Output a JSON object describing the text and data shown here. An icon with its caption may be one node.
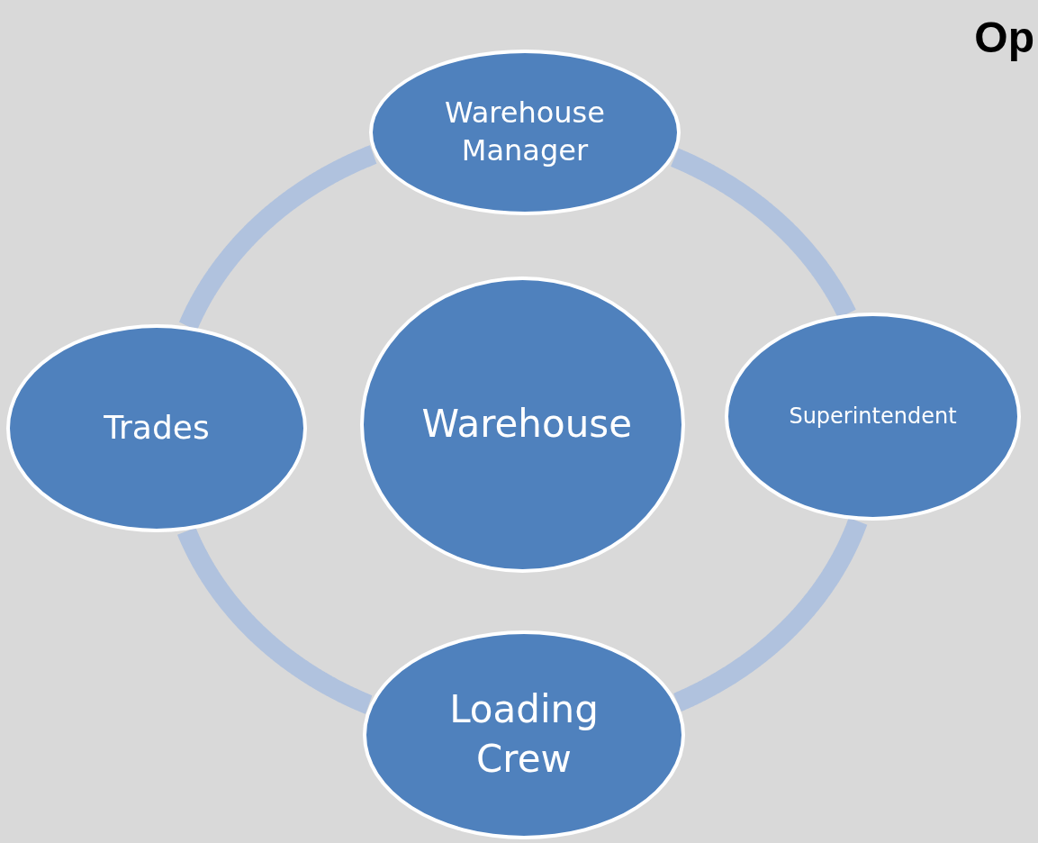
{
  "diagram": {
    "nodes": [
      {
        "text": [
          "Warehouse Manager"
        ]
      },
      {
        "text": [
          "Trades"
        ]
      },
      {
        "text": [
          "Warehouse"
        ]
      },
      {
        "text": [
          "Superintendent"
        ]
      },
      {
        "text": [
          "Loading Crew"
        ]
      }
    ],
    "edges": [
      {
        "from": 0,
        "to": 3,
        "arrow": "none"
      },
      {
        "from": 3,
        "to": 4,
        "arrow": "none"
      },
      {
        "from": 4,
        "to": 1,
        "arrow": "none"
      },
      {
        "from": 1,
        "to": 0,
        "arrow": "none"
      }
    ],
    "labels": [
      "Op"
    ]
  }
}
